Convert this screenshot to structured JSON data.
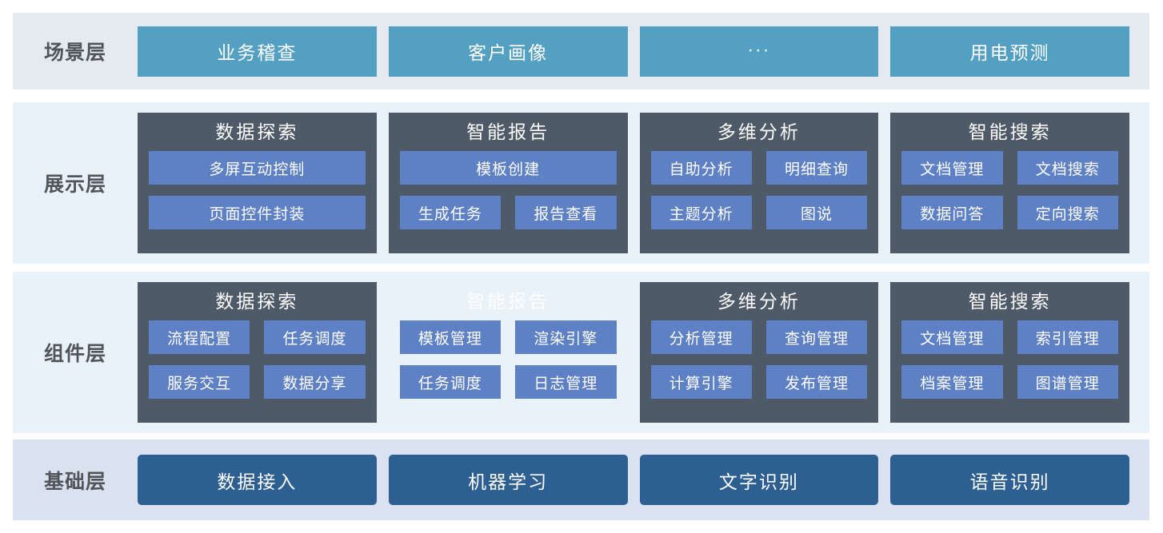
{
  "colors": {
    "scenario_band": "#e5e9f0",
    "mid_band": "#eaf2f9",
    "base_band": "#d9e2ee",
    "scenario_button": "#54a0c3",
    "card_background": "#4f5a68",
    "sub_button": "#5e80c4",
    "base_button": "#2e5f93",
    "label_text": "#515459"
  },
  "scenario": {
    "label": "场景层",
    "items": [
      "业务稽查",
      "客户画像",
      "···",
      "用电预测"
    ]
  },
  "presentation": {
    "label": "展示层",
    "cards": [
      {
        "title": "数据探索",
        "items": [
          "多屏互动控制",
          "页面控件封装"
        ]
      },
      {
        "title": "智能报告",
        "items": [
          "模板创建",
          "生成任务",
          "报告查看"
        ]
      },
      {
        "title": "多维分析",
        "items": [
          "自助分析",
          "明细查询",
          "主题分析",
          "图说"
        ]
      },
      {
        "title": "智能搜索",
        "items": [
          "文档管理",
          "文档搜索",
          "数据问答",
          "定向搜索"
        ]
      }
    ]
  },
  "component": {
    "label": "组件层",
    "cards": [
      {
        "title": "数据探索",
        "items": [
          "流程配置",
          "任务调度",
          "服务交互",
          "数据分享"
        ]
      },
      {
        "title": "智能报告",
        "items": [
          "模板管理",
          "渲染引擎",
          "任务调度",
          "日志管理"
        ]
      },
      {
        "title": "多维分析",
        "items": [
          "分析管理",
          "查询管理",
          "计算引擎",
          "发布管理"
        ]
      },
      {
        "title": "智能搜索",
        "items": [
          "文档管理",
          "索引管理",
          "档案管理",
          "图谱管理"
        ]
      }
    ]
  },
  "base": {
    "label": "基础层",
    "items": [
      "数据接入",
      "机器学习",
      "文字识别",
      "语音识别"
    ]
  }
}
